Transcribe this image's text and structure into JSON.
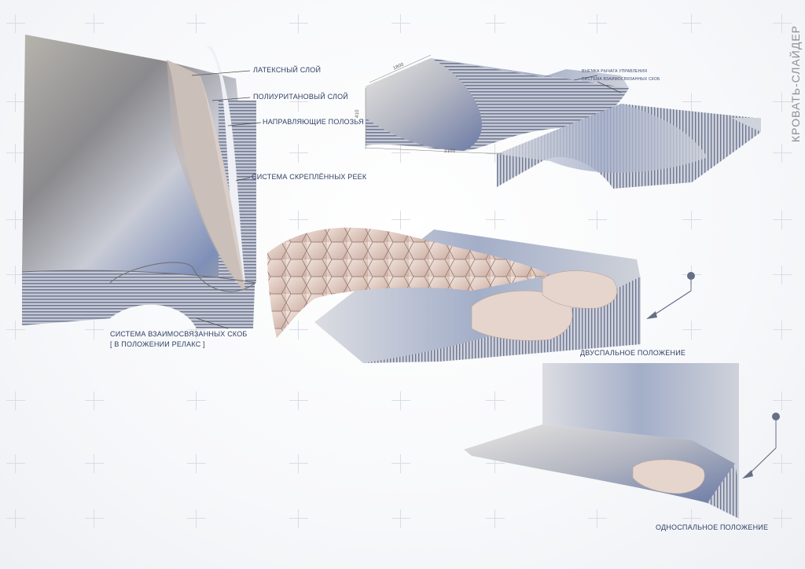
{
  "title": "КРОВАТЬ-СЛАЙДЕР",
  "labels": {
    "latex": "ЛАТЕКСНЫЙ СЛОЙ",
    "polyurethane": "ПОЛИУРИТАНОВЫЙ СЛОЙ",
    "guides": "НАПРАВЛЯЮЩИЕ ПОЛОЗЬЯ",
    "slats": "СИСТЕМА СКРЕПЛЁННЫХ РЕЕК",
    "brackets_line1": "СИСТЕМА ВЗАИМОСВЯЗАННЫХ СКОБ",
    "brackets_line2": "[ В ПОЛОЖЕНИИ РЕЛАКС ]",
    "lever_notch": "ВЫЕМКА РЫЧАГА УПРАВЛЕНИЯ",
    "bracket_system": "СИСТЕМА ВЗАИМОСВЯЗАННЫХ СКОБ",
    "double_position": "ДВУСПАЛЬНОЕ ПОЛОЖЕНИЕ",
    "single_position": "ОДНОСПАЛЬНОЕ ПОЛОЖЕНИЕ"
  },
  "dimensions": {
    "length": "2100",
    "height": "410",
    "diagonal": "1800"
  },
  "colors": {
    "label_text": "#2e3e63",
    "metal_light": "#e4e6ec",
    "metal_dark": "#5b6d9c",
    "fabric": "#e8d3c9"
  }
}
